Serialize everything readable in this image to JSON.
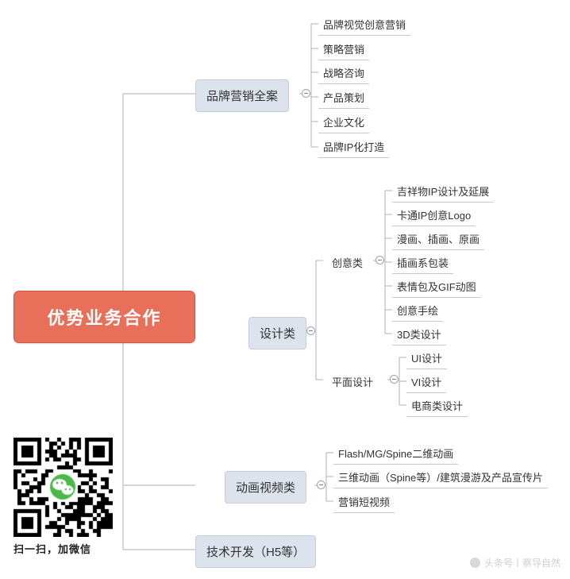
{
  "root": {
    "label": "优势业务合作"
  },
  "branches": [
    {
      "label": "品牌营销全案",
      "children": [
        {
          "label": "品牌视觉创意营销"
        },
        {
          "label": "策略营销"
        },
        {
          "label": "战略咨询"
        },
        {
          "label": "产品策划"
        },
        {
          "label": "企业文化"
        },
        {
          "label": "品牌IP化打造"
        }
      ]
    },
    {
      "label": "设计类",
      "groups": [
        {
          "label": "创意类",
          "children": [
            {
              "label": "吉祥物IP设计及延展"
            },
            {
              "label": "卡通IP创意Logo"
            },
            {
              "label": "漫画、插画、原画"
            },
            {
              "label": "插画系包装"
            },
            {
              "label": "表情包及GIF动图"
            },
            {
              "label": "创意手绘"
            },
            {
              "label": "3D类设计"
            }
          ]
        },
        {
          "label": "平面设计",
          "children": [
            {
              "label": "UI设计"
            },
            {
              "label": "VI设计"
            },
            {
              "label": "电商类设计"
            }
          ]
        }
      ]
    },
    {
      "label": "动画视频类",
      "children": [
        {
          "label": "Flash/MG/Spine二维动画"
        },
        {
          "label": "三维动画（Spine等）/建筑漫游及产品宣传片"
        },
        {
          "label": "营销短视频"
        }
      ]
    },
    {
      "label": "技术开发（H5等）",
      "children": []
    }
  ],
  "qr": {
    "caption": "扫一扫，加微信"
  },
  "watermark": {
    "text": "头条号丨蔡导自然"
  },
  "colors": {
    "root_fill": "#e8705a",
    "root_text": "#ffffff",
    "node_fill": "#dce3ec",
    "line": "#b9b9b9",
    "text": "#333333"
  }
}
